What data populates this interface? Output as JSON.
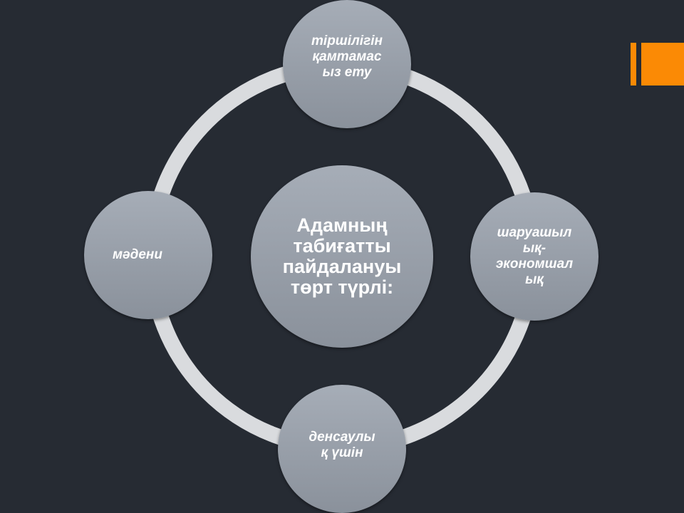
{
  "accent_color": "#fb8a05",
  "diagram": {
    "center": {
      "label": "Адамның табиғатты пайдалануы төрт түрлі:"
    },
    "nodes": [
      {
        "position": "top",
        "label": "тіршілігін қамтамас ыз ету"
      },
      {
        "position": "right",
        "label": "шаруашыл ық-экономшал ық"
      },
      {
        "position": "bottom",
        "label": "денсаулы қ үшін"
      },
      {
        "position": "left",
        "label": "мәдени"
      }
    ]
  }
}
